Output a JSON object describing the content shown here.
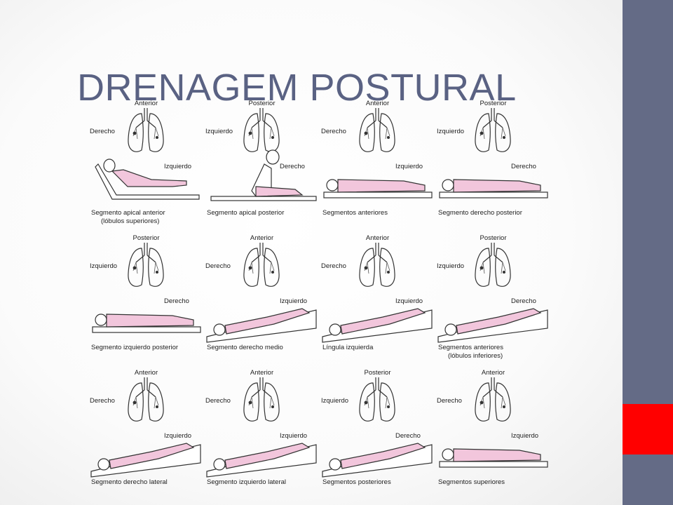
{
  "title": "DRENAGEM POSTURAL",
  "colors": {
    "title": "#5a6283",
    "side_bar": "#646b86",
    "accent": "#ff0000",
    "body_pink": "#f2c6dc"
  },
  "panels": [
    {
      "top": "Anterior",
      "left": "Derecho",
      "right": "Izquierdo",
      "caption": "Segmento apical anterior",
      "caption2": "(lóbulos superiores)",
      "pose": "reclined"
    },
    {
      "top": "Posterior",
      "left": "Izquierdo",
      "right": "Derecho",
      "caption": "Segmento apical posterior",
      "caption2": "",
      "pose": "sitting"
    },
    {
      "top": "Anterior",
      "left": "Derecho",
      "right": "Izquierdo",
      "caption": "Segmentos anteriores",
      "caption2": "",
      "pose": "supine"
    },
    {
      "top": "Posterior",
      "left": "Izquierdo",
      "right": "Derecho",
      "caption": "Segmento derecho posterior",
      "caption2": "",
      "pose": "prone"
    },
    {
      "top": "Posterior",
      "left": "Izquierdo",
      "right": "Derecho",
      "caption": "Segmento izquierdo posterior",
      "caption2": "",
      "pose": "prone-flat"
    },
    {
      "top": "Anterior",
      "left": "Derecho",
      "right": "Izquierdo",
      "caption": "Segmento derecho medio",
      "caption2": "",
      "pose": "incline-side"
    },
    {
      "top": "Anterior",
      "left": "Derecho",
      "right": "Izquierdo",
      "caption": "Língula izquierda",
      "caption2": "",
      "pose": "incline-side"
    },
    {
      "top": "Posterior",
      "left": "Izquierdo",
      "right": "Derecho",
      "caption": "Segmentos anteriores",
      "caption2": "(lóbulos inferiores)",
      "pose": "incline-supine"
    },
    {
      "top": "Anterior",
      "left": "Derecho",
      "right": "Izquierdo",
      "caption": "Segmento derecho lateral",
      "caption2": "",
      "pose": "incline-prone"
    },
    {
      "top": "Anterior",
      "left": "Derecho",
      "right": "Izquierdo",
      "caption": "Segmento izquierdo lateral",
      "caption2": "",
      "pose": "incline-side"
    },
    {
      "top": "Posterior",
      "left": "Izquierdo",
      "right": "Derecho",
      "caption": "Segmentos posteriores",
      "caption2": "",
      "pose": "incline-side"
    },
    {
      "top": "Anterior",
      "left": "Derecho",
      "right": "Izquierdo",
      "caption": "Segmentos superiores",
      "caption2": "",
      "pose": "prone"
    }
  ]
}
